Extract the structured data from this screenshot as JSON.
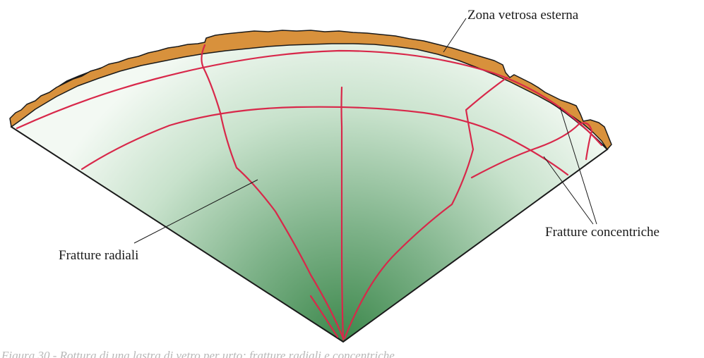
{
  "labels": {
    "outer_glass_zone": "Zona vetrosa esterna",
    "concentric_fractures": "Fratture concentriche",
    "radial_fractures": "Fratture radiali"
  },
  "caption": "Figura 30 - Rottura di una lastra di vetro per urto: fratture radiali e concentriche",
  "colors": {
    "outer_zone_fill": "#d8913c",
    "fracture_line": "#d8284a",
    "outline": "#1a1a1a",
    "glass_light": "#f2f9f2",
    "glass_dark": "#3f8a4d"
  }
}
